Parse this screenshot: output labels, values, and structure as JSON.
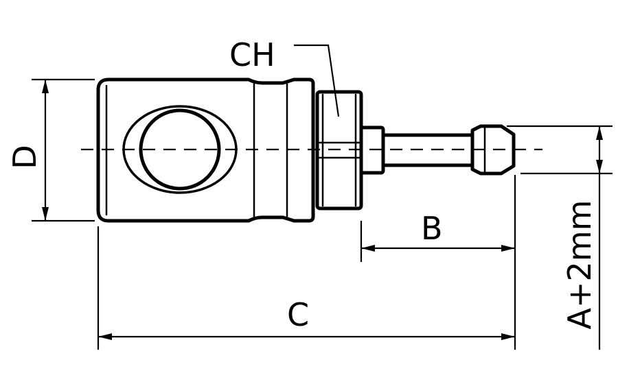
{
  "labels": {
    "ch": "CH",
    "d": "D",
    "b": "B",
    "c": "C",
    "a": "A+2mm"
  },
  "colors": {
    "ink": "#000000",
    "background": "#ffffff"
  }
}
